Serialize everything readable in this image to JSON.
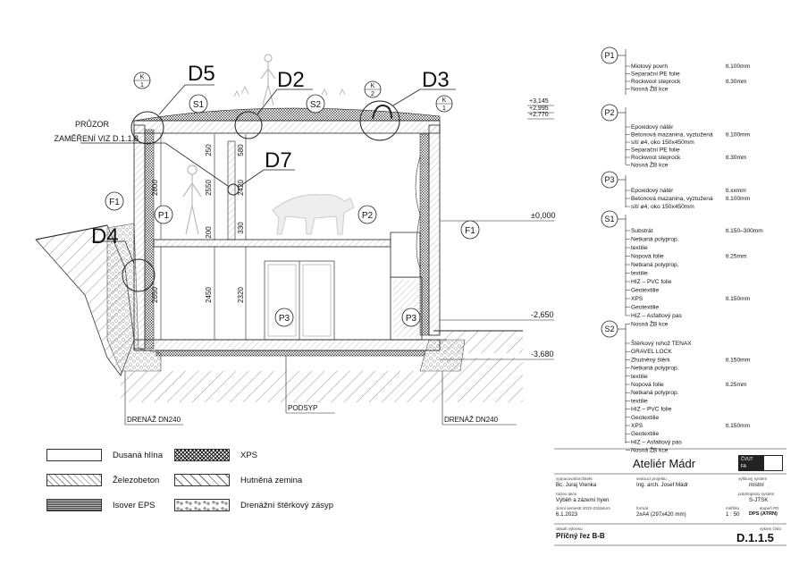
{
  "section": {
    "cut_marks": [
      "D5",
      "D2",
      "D3",
      "D4",
      "D7"
    ],
    "cut_sub": [
      {
        "top": "K",
        "bot": "1"
      },
      {
        "top": "K",
        "bot": "2"
      },
      {
        "top": "K",
        "bot": "1"
      }
    ],
    "tags": {
      "S1": "S1",
      "S2": "S2",
      "F1": "F1",
      "P1": "P1",
      "P2": "P2",
      "P3": "P3"
    },
    "levels": [
      "+3,145",
      "+2,995",
      "+2,770",
      "±0,000",
      "-2,650",
      "-3,680"
    ],
    "dims_upper": [
      "2800",
      "2550",
      "250",
      "580",
      "2420",
      "330",
      "200"
    ],
    "dims_lower": [
      "2650",
      "2450",
      "2320"
    ],
    "notes": [
      "PRŮZOR",
      "ZAMĚŘENÍ VIZ D.1.1.8"
    ],
    "bottom_labels": [
      "DRENÁŽ DN240",
      "PODSYP",
      "DRENÁŽ DN240"
    ]
  },
  "layers": [
    {
      "tag": "P1",
      "rows": [
        {
          "name": "Miotový povrh",
          "thk": "tl.100mm"
        },
        {
          "name": "Separační PE folie",
          "thk": ""
        },
        {
          "name": "Rockwool steprock",
          "thk": "tl.30mm"
        },
        {
          "name": "Nosná ŽB kce",
          "thk": ""
        }
      ]
    },
    {
      "tag": "P2",
      "rows": [
        {
          "name": "Epoxidový nátěr",
          "thk": ""
        },
        {
          "name": "Betonová mazanina, vyztužená",
          "thk": "tl.100mm"
        },
        {
          "name": "sítí ø4, oko 150x450mm",
          "thk": ""
        },
        {
          "name": "Separační PE folie",
          "thk": ""
        },
        {
          "name": "Rockwool steprock",
          "thk": "tl.30mm"
        },
        {
          "name": "Nosná ŽB kce",
          "thk": ""
        }
      ]
    },
    {
      "tag": "P3",
      "rows": [
        {
          "name": "Epoxidový nátěr",
          "thk": "tl.xxmm"
        },
        {
          "name": "Betonová mazanina, vyztužená",
          "thk": "tl.100mm"
        },
        {
          "name": "sítí ø4, oko 150x450mm",
          "thk": ""
        }
      ]
    },
    {
      "tag": "S1",
      "rows": [
        {
          "name": "Substrát",
          "thk": "tl.150–300mm"
        },
        {
          "name": "Netkaná polyprop.",
          "thk": ""
        },
        {
          "name": "textilie",
          "thk": ""
        },
        {
          "name": "Nopová folie",
          "thk": "tl.25mm"
        },
        {
          "name": "Netkaná polyprop.",
          "thk": ""
        },
        {
          "name": "textilie",
          "thk": ""
        },
        {
          "name": "HIZ – PVC folie",
          "thk": ""
        },
        {
          "name": "Geotextilie",
          "thk": ""
        },
        {
          "name": "XPS",
          "thk": "tl.150mm"
        },
        {
          "name": "Geotextilie",
          "thk": ""
        },
        {
          "name": "HIZ – Asfaltový pas",
          "thk": ""
        },
        {
          "name": "Nosná ŽB kce",
          "thk": ""
        }
      ]
    },
    {
      "tag": "S2",
      "rows": [
        {
          "name": "Štěrkový rohož TENAX",
          "thk": ""
        },
        {
          "name": "GRAVEL LOCK",
          "thk": ""
        },
        {
          "name": "Zhutněný štěrk",
          "thk": "tl.150mm"
        },
        {
          "name": "Netkaná polyprop.",
          "thk": ""
        },
        {
          "name": "textilie",
          "thk": ""
        },
        {
          "name": "Nopová folie",
          "thk": "tl.25mm"
        },
        {
          "name": "Netkaná polyprop.",
          "thk": ""
        },
        {
          "name": "textilie",
          "thk": ""
        },
        {
          "name": "HIZ – PVC folie",
          "thk": ""
        },
        {
          "name": "Geotextilie",
          "thk": ""
        },
        {
          "name": "XPS",
          "thk": "tl.150mm"
        },
        {
          "name": "Geotextilie",
          "thk": ""
        },
        {
          "name": "HIZ – Asfaltový pas",
          "thk": ""
        },
        {
          "name": "Nosná ŽB kce",
          "thk": ""
        }
      ]
    }
  ],
  "legend": [
    {
      "label": "Dusaná hlína",
      "swatch": "dusana"
    },
    {
      "label": "Železobeton",
      "swatch": "zb"
    },
    {
      "label": "Isover EPS",
      "swatch": "eps"
    },
    {
      "label": "XPS",
      "swatch": "xps"
    },
    {
      "label": "Hutněná zemina",
      "swatch": "hutnena"
    },
    {
      "label": "Drenážní štěrkový zásyp",
      "swatch": "drenazni"
    }
  ],
  "title_block": {
    "studio": "Ateliér Mádr",
    "logo_texts": [
      "ČVUT",
      "FA"
    ],
    "labels": {
      "architect": "vypracoval/architekt",
      "lead": "vedoucí projektu",
      "height_system": "výškový systém",
      "action": "název akce",
      "coord_system": "polohopisný systém",
      "semester": "zimní semestr 2022-23/datum",
      "format": "formát",
      "scale": "měřítko",
      "stage": "stupeň PD",
      "content": "obsah výkresu",
      "sheet_no": "výkres číslo"
    },
    "architect": "Bc. Juraj Vrenka",
    "lead": "Ing. arch. Josef Mádr",
    "height_system": "místní",
    "action": "Výběh a zázemí hyen",
    "coord_system": "S-JTSK",
    "date": "6.1.2023",
    "format": "2xA4 (297x420 mm)",
    "scale": "1 : 50",
    "stage": "DPS (ATRN)",
    "content": "Příčný řez B-B",
    "sheet_no": "D.1.1.5"
  }
}
